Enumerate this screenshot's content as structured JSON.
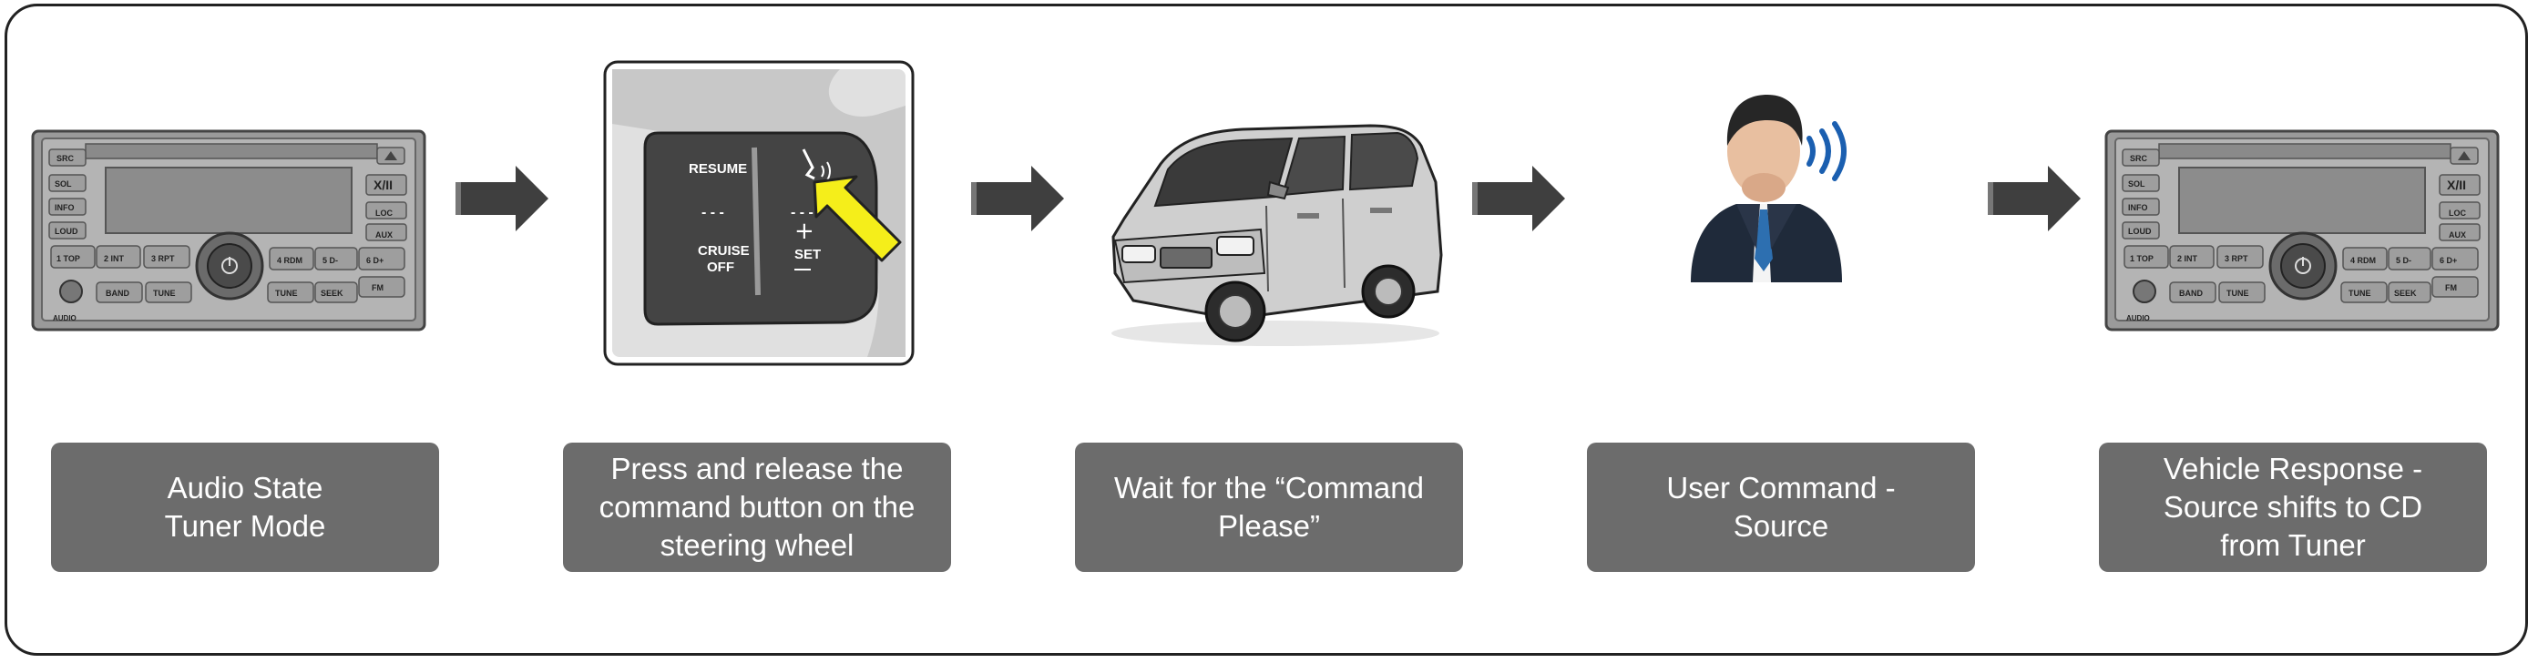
{
  "colors": {
    "caption_bg": "#6c6c6c",
    "arrow": "#3f3f3f",
    "frame": "#222222",
    "pointer": "#f5ee1a"
  },
  "steps": [
    {
      "caption": "Audio State\nTuner Mode",
      "image": "car-radio-icon"
    },
    {
      "caption": "Press and release the\ncommand button on the\nsteering wheel",
      "image": "steering-wheel-buttons-icon"
    },
    {
      "caption": "Wait for the “Command\nPlease”",
      "image": "car-icon"
    },
    {
      "caption": "User Command  -\nSource",
      "image": "user-speaking-icon"
    },
    {
      "caption": "Vehicle Response -\nSource shifts to CD\nfrom Tuner",
      "image": "car-radio-icon"
    }
  ],
  "radio": {
    "buttons": [
      "SRC",
      "SOL",
      "INFO",
      "LOUD",
      "1 TOP",
      "2 INT",
      "3 RPT",
      "4 RDM",
      "5 D-",
      "6 D+",
      "BAND",
      "TUNE",
      "SEEK",
      "FM",
      "AUX",
      "LOC",
      "X/II"
    ]
  },
  "steering": {
    "resume": "RESUME",
    "cruise": "CRUISE",
    "off": "OFF",
    "set": "SET",
    "dashes": "- - -"
  }
}
